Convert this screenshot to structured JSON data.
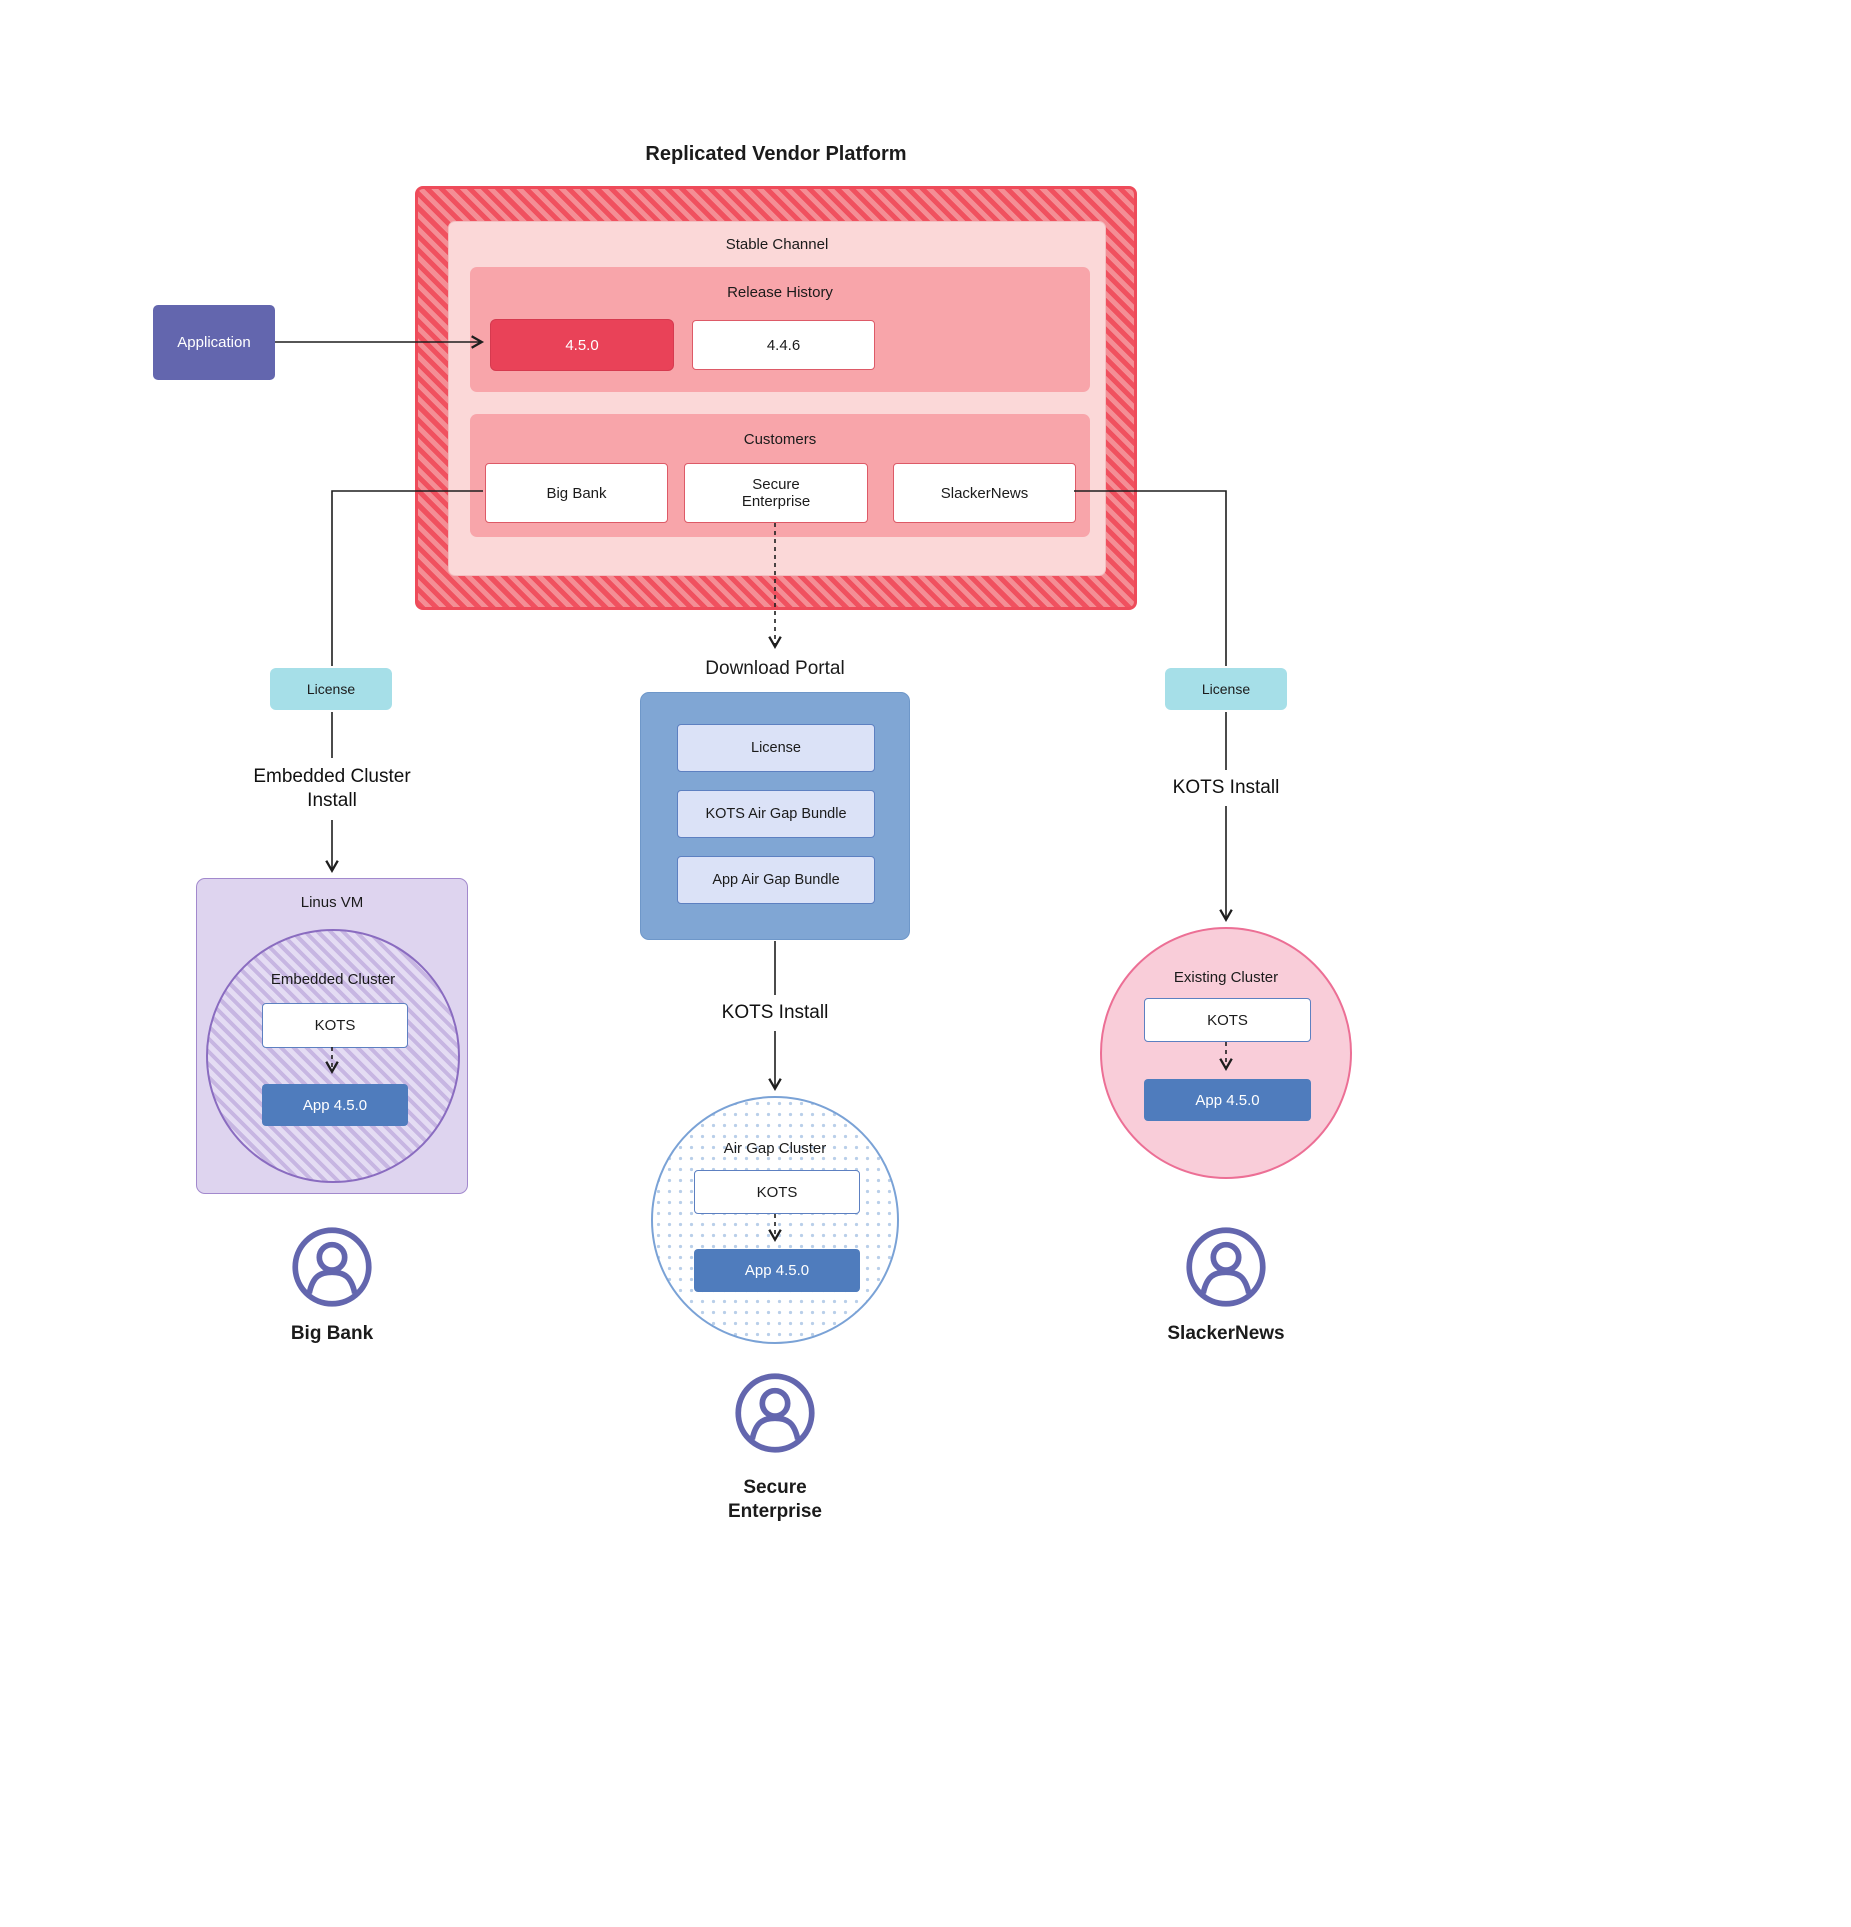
{
  "title": "Replicated Vendor Platform",
  "application": {
    "label": "Application"
  },
  "platform": {
    "stable_channel": {
      "label": "Stable Channel",
      "release_history": {
        "label": "Release History",
        "current": "4.5.0",
        "previous": "4.4.6"
      },
      "customers": {
        "label": "Customers",
        "big_bank": "Big Bank",
        "secure_enterprise": "Secure Enterprise",
        "slackernews": "SlackerNews"
      }
    }
  },
  "download_portal": {
    "title": "Download Portal",
    "license": "License",
    "kots_bundle": "KOTS Air Gap Bundle",
    "app_bundle": "App Air Gap Bundle"
  },
  "big_bank_flow": {
    "license": "License",
    "install": "Embedded Cluster Install",
    "vm": "Linus VM",
    "cluster": "Embedded Cluster",
    "kots": "KOTS",
    "app": "App 4.5.0",
    "customer": "Big Bank"
  },
  "secure_enterprise_flow": {
    "install": "KOTS Install",
    "cluster": "Air Gap Cluster",
    "kots": "KOTS",
    "app": "App 4.5.0",
    "customer": "Secure Enterprise"
  },
  "slackernews_flow": {
    "license": "License",
    "install": "KOTS Install",
    "cluster": "Existing Cluster",
    "kots": "KOTS",
    "app": "App 4.5.0",
    "customer": "SlackerNews"
  },
  "colors": {
    "platform_red": "#ee4b5a",
    "release_red": "#e94258",
    "purple": "#6366ae",
    "teal": "#a6dfe8",
    "portal_blue": "#80a6d4",
    "app_blue": "#4f7cbd",
    "cluster_purple": "#8a6cc0",
    "cluster_pink": "#ec6f95"
  }
}
